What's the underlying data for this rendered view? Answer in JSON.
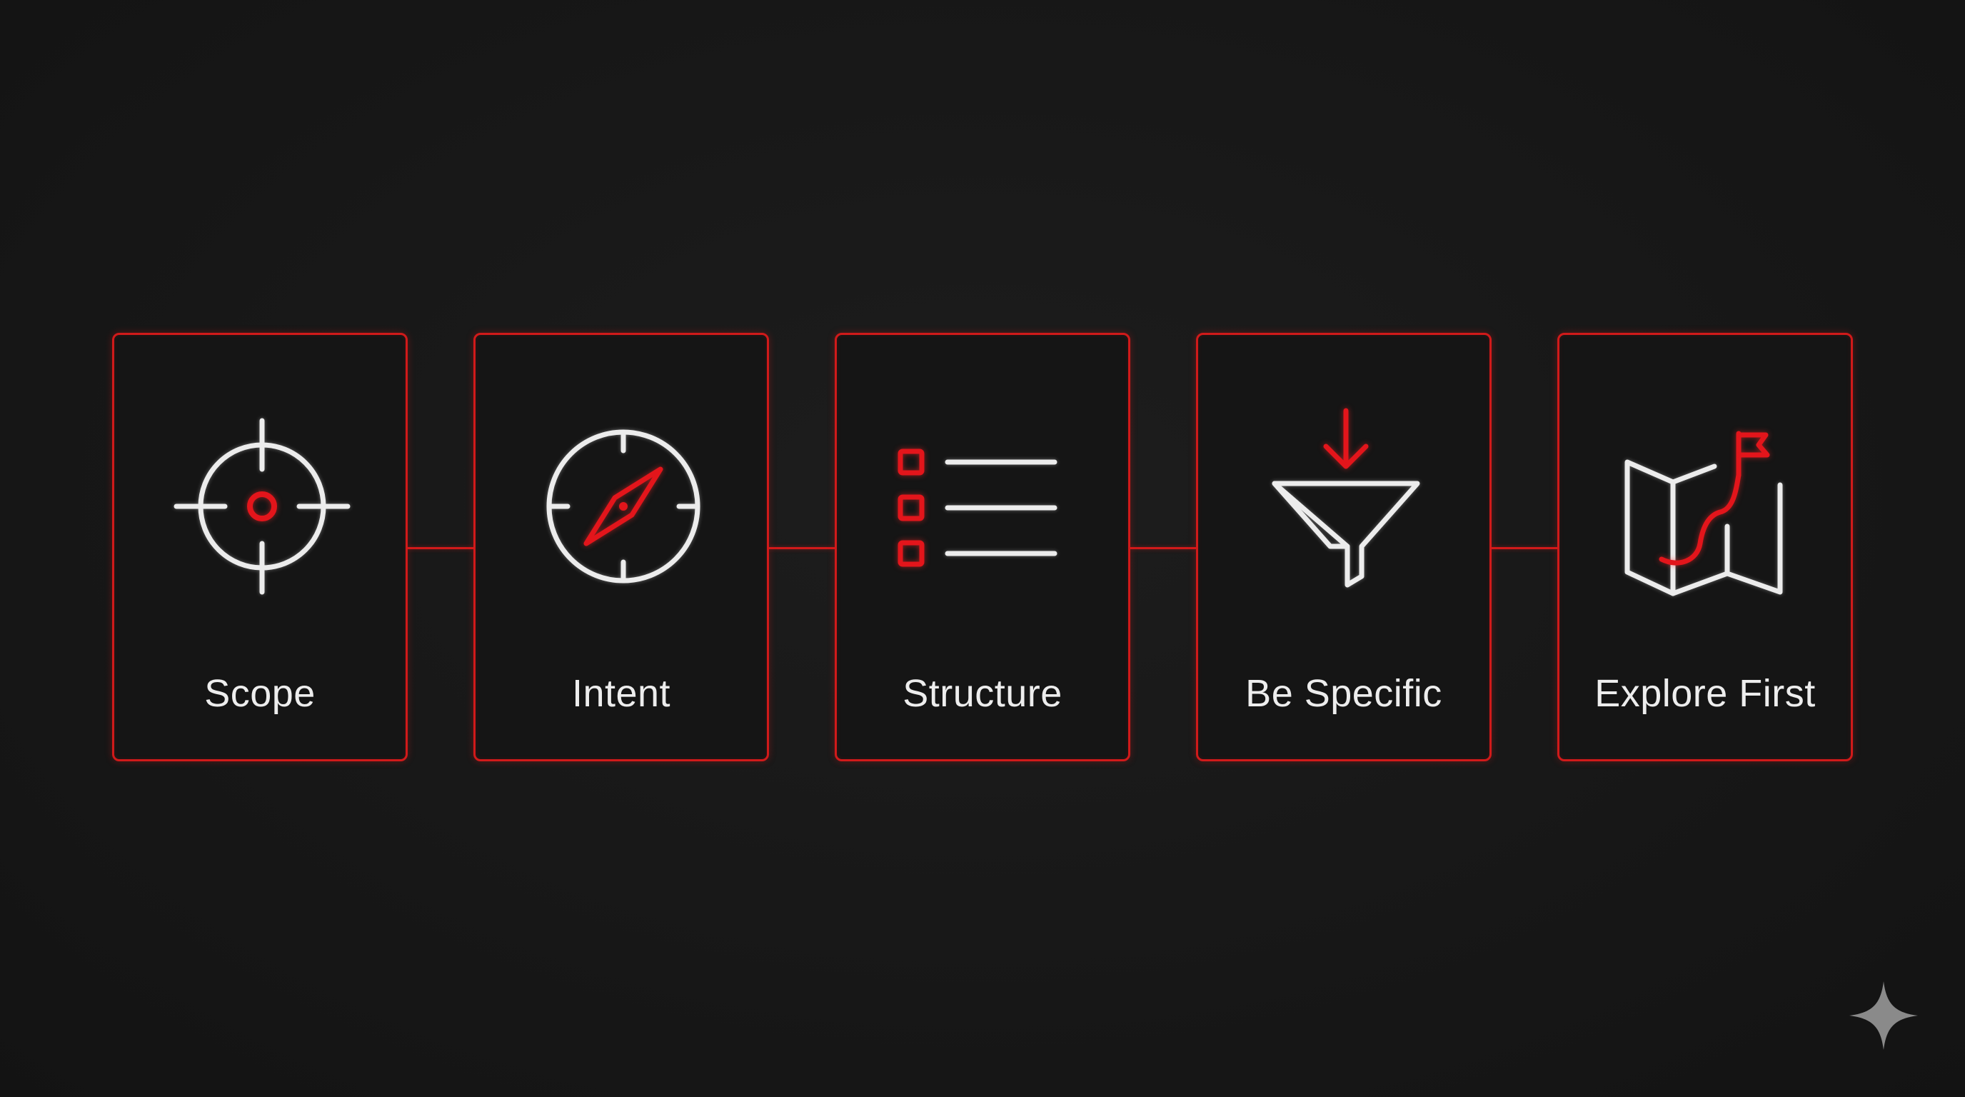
{
  "steps": [
    {
      "label": "Scope",
      "icon": "crosshair-target-icon"
    },
    {
      "label": "Intent",
      "icon": "compass-icon"
    },
    {
      "label": "Structure",
      "icon": "checklist-icon"
    },
    {
      "label": "Be Specific",
      "icon": "funnel-filter-icon"
    },
    {
      "label": "Explore First",
      "icon": "map-flag-icon"
    }
  ],
  "colors": {
    "background": "#171717",
    "accent_red": "#e3151b",
    "icon_white": "#ececec",
    "text": "#ededed"
  },
  "watermark": {
    "icon": "sparkle-icon"
  }
}
